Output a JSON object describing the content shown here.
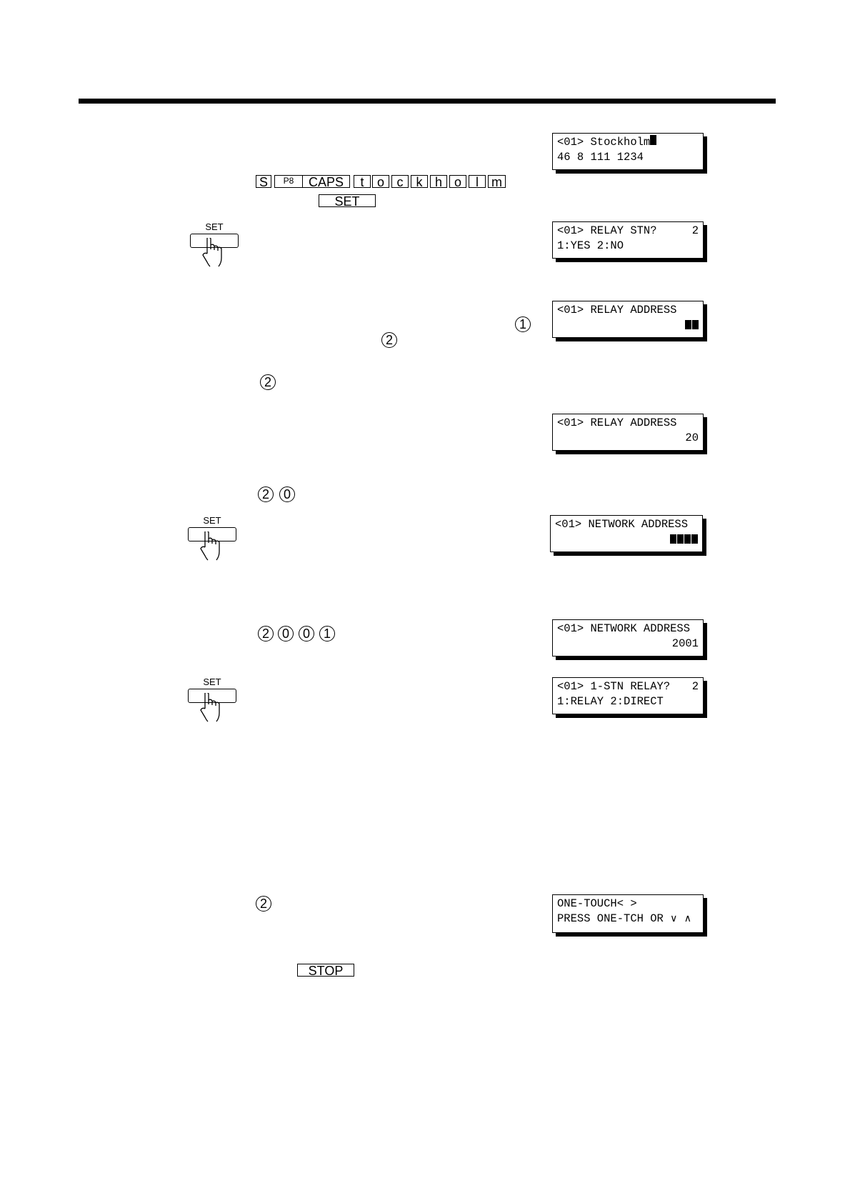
{
  "lcd_displays": [
    {
      "line1": "<01> Stockholm",
      "line2": "46 8 111 1234"
    },
    {
      "line1": "<01> RELAY STN?",
      "line1_value": "2",
      "line2": "1:YES 2:NO"
    },
    {
      "line1": "<01> RELAY ADDRESS",
      "line2": ""
    },
    {
      "line1": "<01> RELAY ADDRESS",
      "line2": "20"
    },
    {
      "line1": "<01> NETWORK ADDRESS",
      "line2": ""
    },
    {
      "line1": "<01> NETWORK ADDRESS",
      "line2": "2001"
    },
    {
      "line1": "<01> 1-STN RELAY?",
      "line1_value": "2",
      "line2": "1:RELAY 2:DIRECT"
    },
    {
      "line1": "ONE-TOUCH< >",
      "line2": "PRESS ONE-TCH OR"
    }
  ],
  "keys": {
    "sequence": [
      "S",
      "P8",
      "CAPS",
      "t",
      "o",
      "c",
      "k",
      "h",
      "o",
      "l",
      "m"
    ],
    "set": "SET",
    "stop": "STOP"
  },
  "set_buttons": {
    "label": "SET"
  },
  "circled": {
    "relay_choice_1": "1",
    "relay_choice_2": "2",
    "step_2": "2",
    "relay_digits": [
      "2",
      "0"
    ],
    "network_digits": [
      "2",
      "0",
      "0",
      "1"
    ],
    "final_2": "2"
  },
  "icons": {
    "cursor": "cursor-block",
    "placeholder": "input-blocks",
    "down": "down-arrow-icon",
    "up": "up-arrow-icon",
    "press": "finger-press-icon"
  }
}
